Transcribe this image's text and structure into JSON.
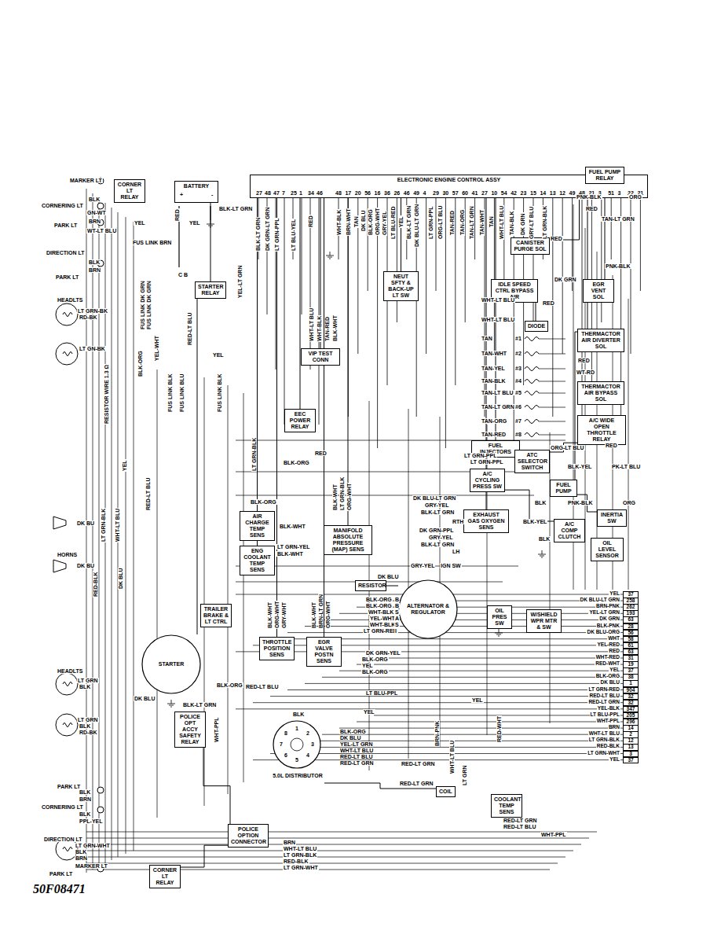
{
  "diagram": {
    "caption": "50F08471",
    "nodes": [
      {
        "text": [
          "ELECTRONIC ENGINE CONTROL ASSY"
        ]
      },
      {
        "text": [
          "BATTERY"
        ]
      },
      {
        "text": [
          "CORNER LT RELAY"
        ]
      },
      {
        "text": [
          "STARTER RELAY"
        ]
      },
      {
        "text": [
          "VIP TEST CONN"
        ]
      },
      {
        "text": [
          "EEC POWER RELAY"
        ]
      },
      {
        "text": [
          "NEUT SFTY & BACK-UP LT SW"
        ]
      },
      {
        "text": [
          "CANISTER PURGE SOL"
        ]
      },
      {
        "text": [
          "FUEL PUMP RELAY"
        ]
      },
      {
        "text": [
          "EGR VENT SOL"
        ]
      },
      {
        "text": [
          "IDLE SPEED CTRL BYPASS AIR"
        ]
      },
      {
        "text": [
          "DIODE"
        ]
      },
      {
        "text": [
          "THERMACTOR AIR DIVERTER SOL"
        ]
      },
      {
        "text": [
          "THERMACTOR AIR BYPASS SOL"
        ]
      },
      {
        "text": [
          "FUEL INJECTORS"
        ]
      },
      {
        "text": [
          "A/C WIDE OPEN THROTTLE RELAY"
        ]
      },
      {
        "text": [
          "ATC SELECTOR SWITCH"
        ]
      },
      {
        "text": [
          "A/C CYCLING PRESS SW"
        ]
      },
      {
        "text": [
          "FUEL PUMP"
        ]
      },
      {
        "text": [
          "INERTIA SW"
        ]
      },
      {
        "text": [
          "A/C COMP CLUTCH"
        ]
      },
      {
        "text": [
          "OIL LEVEL SENSOR"
        ]
      },
      {
        "text": [
          "EXHAUST GAS OXYGEN SENS"
        ]
      },
      {
        "text": [
          "AIR CHARGE TEMP SENS"
        ]
      },
      {
        "text": [
          "ENG COOLANT TEMP SENS"
        ]
      },
      {
        "text": [
          "MANIFOLD ABSOLUTE PRESSURE (MAP) SENS"
        ]
      },
      {
        "text": [
          "RESISTOR"
        ]
      },
      {
        "text": [
          "ALTERNATOR & REGULATOR"
        ]
      },
      {
        "text": [
          "OIL PRES SW"
        ]
      },
      {
        "text": [
          "W/SHIELD WPR MTR & SW"
        ]
      },
      {
        "text": [
          "THROTTLE POSITION SENS"
        ]
      },
      {
        "text": [
          "EGR VALVE POSTN SENS"
        ]
      },
      {
        "text": [
          "STARTER"
        ]
      },
      {
        "text": [
          "TRAILER BRAKE & LT CTRL"
        ]
      },
      {
        "text": [
          "POLICE OPT ACCY SAFETY RELAY"
        ]
      },
      {
        "text": [
          "5.0L DISTRIBUTOR"
        ]
      },
      {
        "text": [
          "COIL"
        ]
      },
      {
        "text": [
          "COOLANT TEMP SENS"
        ]
      },
      {
        "text": [
          "POLICE OPTION CONNECTOR"
        ]
      },
      {
        "text": [
          "CORNER LT RELAY"
        ]
      }
    ],
    "edges": [
      {
        "from": 1,
        "to": 3,
        "arrow": "none"
      },
      {
        "from": 3,
        "to": 32,
        "arrow": "none"
      },
      {
        "from": 0,
        "to": 4,
        "arrow": "none"
      },
      {
        "from": 0,
        "to": 5,
        "arrow": "none"
      },
      {
        "from": 0,
        "to": 6,
        "arrow": "none"
      },
      {
        "from": 0,
        "to": 7,
        "arrow": "none"
      },
      {
        "from": 8,
        "to": 18,
        "arrow": "none"
      },
      {
        "from": 18,
        "to": 19,
        "arrow": "none"
      },
      {
        "from": 10,
        "to": 11,
        "arrow": "none"
      },
      {
        "from": 16,
        "to": 15,
        "arrow": "none"
      },
      {
        "from": 17,
        "to": 20,
        "arrow": "none"
      },
      {
        "from": 0,
        "to": 22,
        "arrow": "none"
      },
      {
        "from": 0,
        "to": 25,
        "arrow": "none"
      },
      {
        "from": 0,
        "to": 23,
        "arrow": "none"
      },
      {
        "from": 0,
        "to": 24,
        "arrow": "none"
      },
      {
        "from": 27,
        "to": 26,
        "arrow": "none"
      },
      {
        "from": 35,
        "to": 36,
        "arrow": "none"
      },
      {
        "from": 34,
        "to": 38,
        "arrow": "none"
      },
      {
        "from": 0,
        "to": 14,
        "arrow": "none"
      },
      {
        "from": 9,
        "to": 8,
        "arrow": "none"
      },
      {
        "from": 0,
        "to": 30,
        "arrow": "none"
      },
      {
        "from": 0,
        "to": 31,
        "arrow": "none"
      },
      {
        "from": 38,
        "to": 39,
        "arrow": "none"
      }
    ],
    "labels": [
      "27",
      "48",
      "47",
      "7",
      "25",
      "1",
      "34",
      "46",
      "48",
      "17",
      "20",
      "56",
      "16",
      "36",
      "26",
      "46",
      "49",
      "4",
      "29",
      "30",
      "57",
      "60",
      "41",
      "27",
      "10",
      "54",
      "42",
      "23",
      "15",
      "14",
      "13",
      "12",
      "49",
      "48",
      "21",
      "3",
      "51",
      "3",
      "22",
      "21",
      "YEL",
      "37",
      "DK BLU-LT GRN",
      "258",
      "BRN-PNK",
      "262",
      "YEL-LT GRN",
      "193",
      "DK GRN",
      "63",
      "BLK-PNK",
      "28",
      "DK BLU-ORG",
      "56",
      "WHT",
      "58",
      "YEL-RED",
      "61",
      "RED",
      "63",
      "WHT-RED",
      "31",
      "RED-WHT",
      "19",
      "YEL",
      "37",
      "BLK-ORG",
      "38",
      "DK BLU",
      "1",
      "LT GRN-RED",
      "904",
      "RED-LT BLU",
      "32",
      "RED-LT GRN",
      "32",
      "YEL-BLK",
      "347",
      "LT BLU-PPL",
      "205",
      "WHT-PPL",
      "296",
      "BRN",
      "14",
      "WHT-LT BLU",
      "2",
      "LT GRN-BLK",
      "12",
      "RED-BLK",
      "13",
      "LT GRN-WHT",
      "3",
      "YEL",
      "37",
      "MARKER LT",
      "CORNERING LT",
      "BLK",
      "GN-WT",
      "PARK LT",
      "BRN",
      "WT-LT BLU",
      "DIRECTION LT",
      "BLK",
      "BRN",
      "PARK LT",
      "HEADLTS",
      "LT GRN-BK",
      "RD-BK",
      "LT GN-BK",
      "HORNS",
      "DK BU",
      "DK BU",
      "HEADLTS",
      "LT GRN",
      "BLK",
      "LT GRN",
      "BLK",
      "RD-BK",
      "PARK LT",
      "BLK",
      "BRN",
      "CORNERING LT",
      "BLK",
      "PPL-YEL",
      "DIRECTION LT",
      "LT GRN-WHT",
      "BLK",
      "BRN",
      "PARK LT",
      "MARKER LT",
      "+",
      "-",
      "RED",
      "BLK-LT GRN",
      "YEL",
      "FUS LINK BRN",
      "YEL",
      "C B",
      "RESISTOR WIRE 1.3 Ω",
      "FUS LINK DK GRN",
      "FUS LINK DK GRN",
      "FUS LINK BLK",
      "FUS LINK BLU",
      "FUS LINK BLK",
      "BLK-ORG",
      "YEL-WHT",
      "RED-LT BLU",
      "YEL-LT GRN",
      "YEL",
      "BLK-LT GRN",
      "DK GRN-LT GRN",
      "LT GRN-PPL",
      "LT BLU-YEL",
      "RED",
      "WHT-BLK",
      "BRN-WHT",
      "TAN",
      "DK BLU",
      "BLK-ORG",
      "ORG-WHT",
      "GRY-YEL",
      "LT BLU-RED",
      "YEL",
      "BLK-LT GRN",
      "DK BLU-LT GRN",
      "LT GRN-PPL",
      "ORG-LT BLU",
      "TAN-RED",
      "TAN-ORG",
      "TAN-LT GRN",
      "TAN-WHT",
      "TAN",
      "WHT-LT BLU",
      "TAN-BLK",
      "DK GRN",
      "GRY-LT BLU",
      "LT GRN-BLK",
      "WHT-LT BLU",
      "WHT-BLK",
      "TAN-RED",
      "BLK-WHT",
      "PNK-BLK",
      "ORG",
      "RED",
      "TAN-LT GRN",
      "RED",
      "PNK-BLK",
      "DK GRN",
      "WHT-LT BLU",
      "RED",
      "WHT-LT BLU",
      "TAN",
      "#1",
      "TAN-WHT",
      "#2",
      "TAN-YEL",
      "#3",
      "TAN-BLK",
      "#4",
      "TAN-LT BLU",
      "#5",
      "TAN-LT GRN",
      "#6",
      "TAN-ORG",
      "#7",
      "TAN-RED",
      "#8",
      "WT-RD",
      "RED",
      "ORG-LT BLU",
      "RED",
      "LT GRN-PPL",
      "LT GRN-PPL",
      "BLK-YEL",
      "PK-LT BLU",
      "BLK",
      "PNK-BLK",
      "ORG",
      "BLK-YEL",
      "BLK",
      "DK BLU-LT GRN",
      "GRY-YEL",
      "BLK-LT GRN",
      "RTH",
      "DK GRN-PPL",
      "GRY-YEL",
      "BLK-LT GRN",
      "LH",
      "GRY-YEL",
      "IGN SW",
      "BLK-ORG",
      "BLK-WHT",
      "LT GRN-YEL",
      "BLK-WHT",
      "BLK-WHT",
      "LT GRN-BLK",
      "ORG-WHT",
      "BLK-ORG",
      "RED",
      "LT GRN-BLK",
      "BLK-ORG",
      "BLK-ORG",
      "WHT-BLK",
      "YEL-WHT",
      "WHT-BLK",
      "LT GRN-RED",
      "B",
      "B",
      "S",
      "A",
      "S",
      "I",
      "DK BLU",
      "DK GRN-YEL",
      "BLK-ORG",
      "YEL",
      "BLK-ORG",
      "LT BLU-PPL",
      "YEL",
      "RED-LT BLU",
      "DK BLU",
      "BLK-WHT",
      "ORG-WHT",
      "GRY-WHT",
      "BLK-WHT",
      "BRN-LT GRN",
      "ORG-WHT",
      "BLK",
      "BLK-ORG",
      "DK BLU",
      "YEL-LT GRN",
      "WHT-LT BLU",
      "RED-LT BLU",
      "RED-LT GRN",
      "RED-LT GRN",
      "RED-LT GRN",
      "1",
      "2",
      "3",
      "4",
      "5",
      "6",
      "7",
      "8",
      "RED-WHT",
      "YEL",
      "RED-LT GRN",
      "RED-LT BLU",
      "WHT-PPL",
      "BRN",
      "WHT-LT BLU",
      "LT GRN-BLK",
      "RED-BLK",
      "LT GRN-WHT",
      "BLK-LT GRN",
      "BLK-ORG",
      "WHT-PPL",
      "RED-BLK",
      "WHT-LT BLU",
      "LT GRN-BLK",
      "DK BLU",
      "YEL",
      "RED-LT BLU",
      "BRN-PNK",
      "WHT-LT BLU",
      "LT GRN"
    ]
  }
}
